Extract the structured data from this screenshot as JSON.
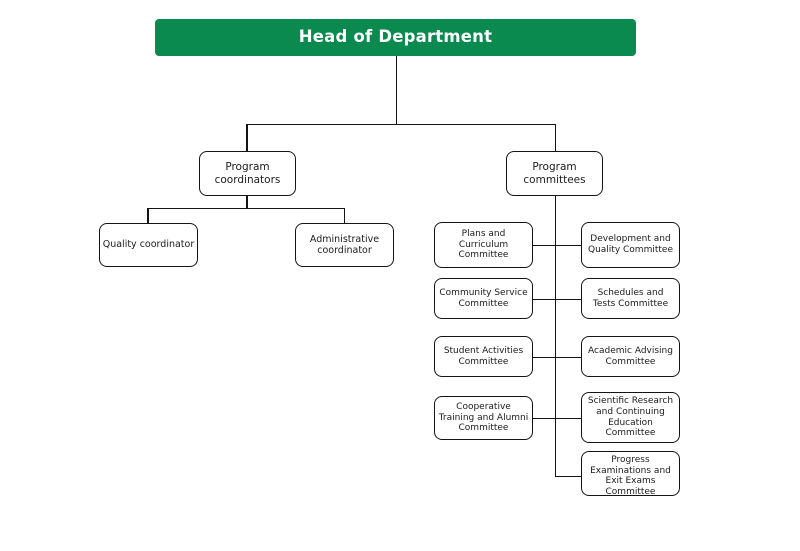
{
  "chart": {
    "title": "Head of Department",
    "accent_color": "#0b8a4f",
    "line_color": "#141414",
    "background_color": "#ffffff",
    "root": {
      "label": "Head of Department"
    },
    "branches": [
      {
        "label": "Program\ncoordinators",
        "children": [
          {
            "label": "Quality coordinator"
          },
          {
            "label": "Administrative\ncoordinator"
          }
        ]
      },
      {
        "label": "Program\ncommittees",
        "children_left": [
          {
            "label": "Plans and\nCurriculum\nCommittee"
          },
          {
            "label": "Community Service\nCommittee"
          },
          {
            "label": "Student Activities\nCommittee"
          },
          {
            "label": "Cooperative\nTraining and Alumni\nCommittee"
          }
        ],
        "children_right": [
          {
            "label": "Development and\nQuality Committee"
          },
          {
            "label": "Schedules and\nTests Committee"
          },
          {
            "label": "Academic Advising\nCommittee"
          },
          {
            "label": "Scientific Research\nand Continuing\nEducation\nCommittee"
          },
          {
            "label": "Progress\nExaminations and\nExit Exams\nCommittee"
          }
        ]
      }
    ]
  }
}
